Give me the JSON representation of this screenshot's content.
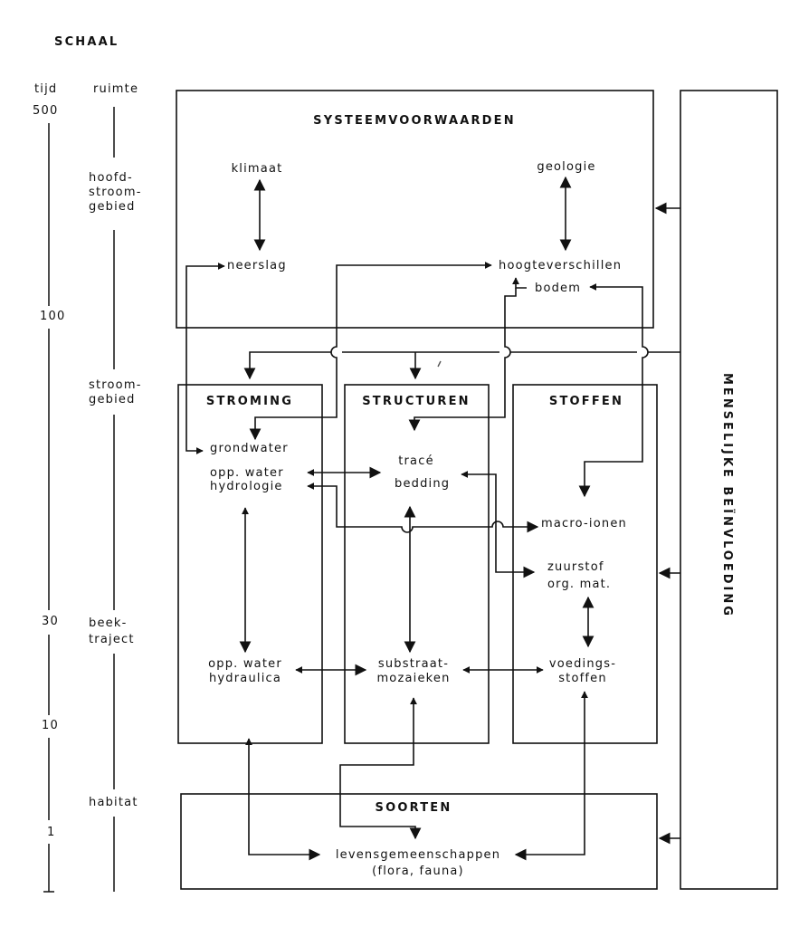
{
  "scale": {
    "title": "SCHAAL",
    "time_header": "tijd",
    "space_header": "ruimte",
    "time_labels": [
      "500",
      "100",
      "30",
      "10",
      "1"
    ],
    "space_labels": {
      "hoofdstroomgebied": [
        "hoofd-",
        "stroom-",
        "gebied"
      ],
      "stroomgebied": [
        "stroom-",
        "gebied"
      ],
      "beektraject": [
        "beek-",
        "traject"
      ],
      "habitat": "habitat"
    }
  },
  "boxes": {
    "systeemvoorwaarden": "SYSTEEMVOORWAARDEN",
    "stroming": "STROMING",
    "structuren": "STRUCTUREN",
    "stoffen": "STOFFEN",
    "soorten": "SOORTEN",
    "menselijke": "MENSELIJKE BEÏNVLOEDING"
  },
  "nodes": {
    "klimaat": "klimaat",
    "geologie": "geologie",
    "neerslag": "neerslag",
    "hoogteverschillen": "hoogteverschillen",
    "bodem": "bodem",
    "grondwater": "grondwater",
    "opp_water_line1": "opp. water",
    "hydrologie": "hydrologie",
    "trace": "tracé",
    "bedding": "bedding",
    "macro_ionen": "macro-ionen",
    "zuurstof": "zuurstof",
    "org_mat": "org. mat.",
    "opp_water_line1b": "opp. water",
    "hydraulica": "hydraulica",
    "substraat": "substraat-",
    "mozaieken": "mozaieken",
    "voedings": "voedings-",
    "stoffen2": "stoffen",
    "levensgemeenschappen": "levensgemeenschappen",
    "flora_fauna": "(flora, fauna)"
  },
  "colors": {
    "ink": "#111111",
    "paper": "#ffffff"
  }
}
